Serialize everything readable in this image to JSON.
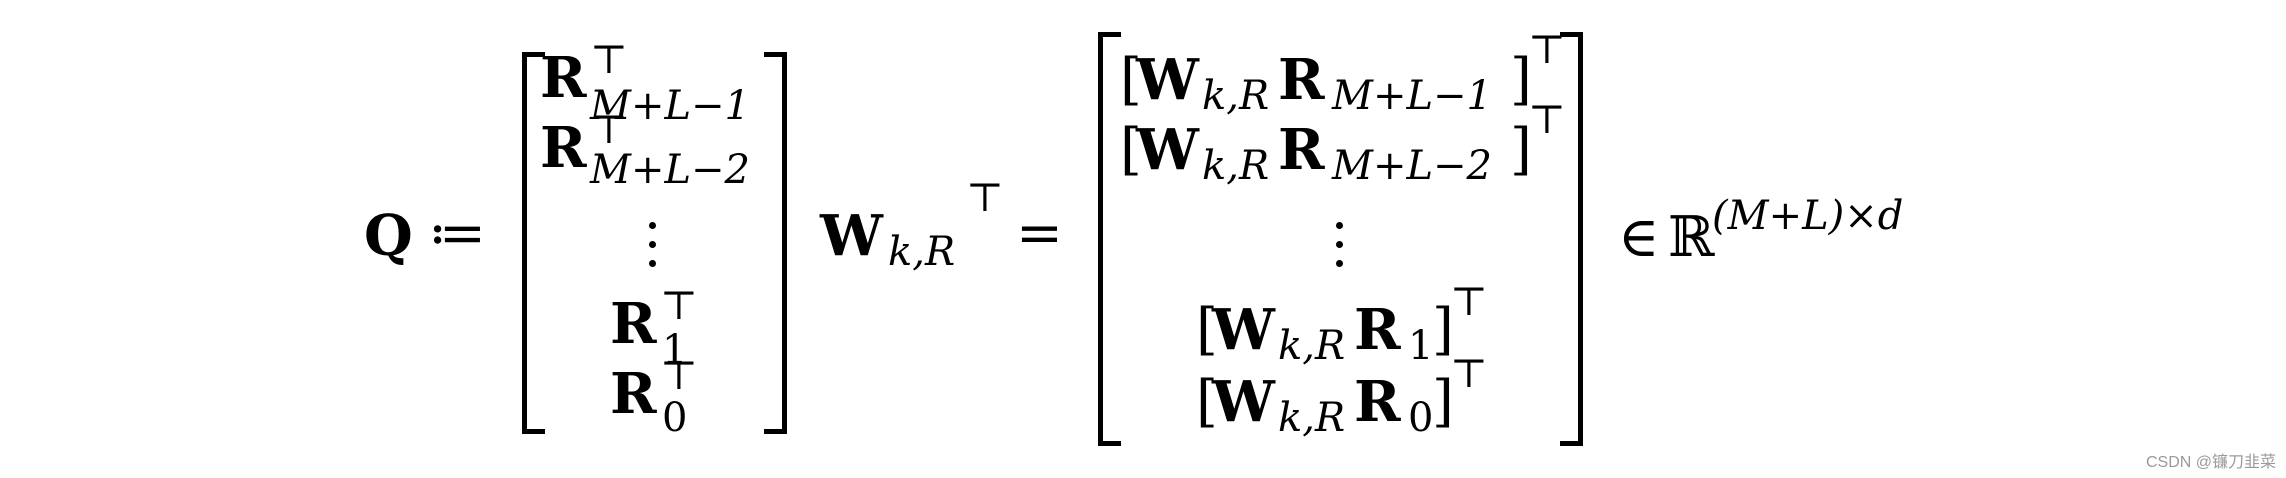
{
  "equation": {
    "lhs": {
      "symbol": "Q",
      "defines": "≔"
    },
    "left_matrix": {
      "rows": [
        {
          "base": "R",
          "sup": "⊤",
          "sub": "M+L−1"
        },
        {
          "base": "R",
          "sup": "⊤",
          "sub": "M+L−2"
        },
        {
          "base": "⋮"
        },
        {
          "base": "R",
          "sup": "⊤",
          "sub": "1"
        },
        {
          "base": "R",
          "sup": "⊤",
          "sub": "0"
        }
      ]
    },
    "multiplier": {
      "base": "W",
      "sub": "k,R",
      "sup": "⊤"
    },
    "equals": "=",
    "right_matrix": {
      "rows": [
        {
          "W": "W",
          "Wsub": "k,R",
          "R": "R",
          "Rsub": "M+L−1",
          "sup": "⊤"
        },
        {
          "W": "W",
          "Wsub": "k,R",
          "R": "R",
          "Rsub": "M+L−2",
          "sup": "⊤"
        },
        {
          "W": "⋮"
        },
        {
          "W": "W",
          "Wsub": "k,R",
          "R": "R",
          "Rsub": "1",
          "sup": "⊤"
        },
        {
          "W": "W",
          "Wsub": "k,R",
          "R": "R",
          "Rsub": "0",
          "sup": "⊤"
        }
      ]
    },
    "membership": {
      "in": "∈",
      "space": "ℝ",
      "exponent": "(M+L)×d"
    }
  },
  "watermark": "CSDN @镰刀韭菜"
}
